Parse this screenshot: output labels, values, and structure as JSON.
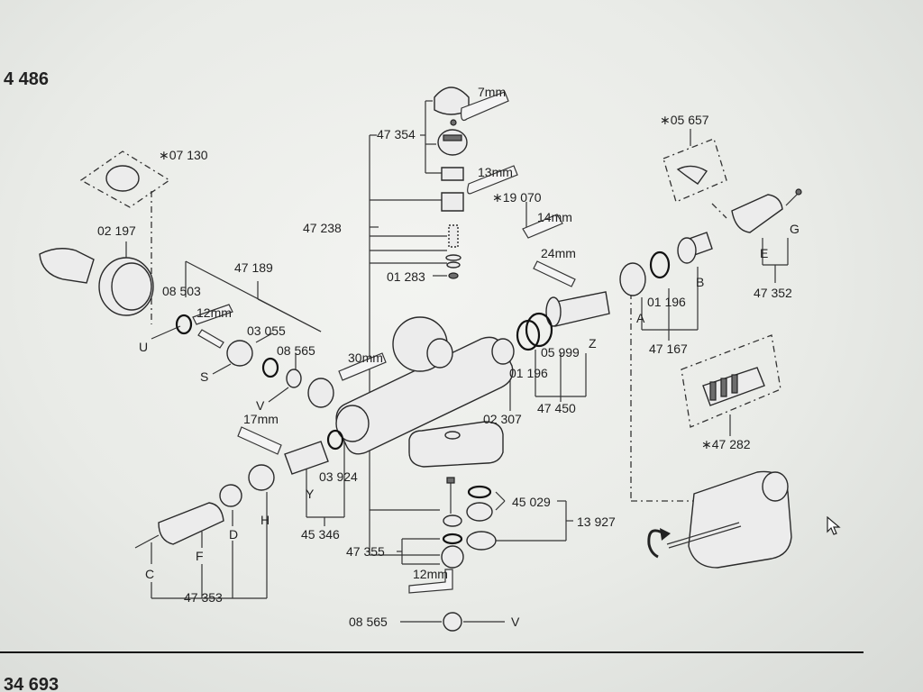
{
  "header": {
    "page_number": "4 486",
    "footer_number": "34 693"
  },
  "parts": [
    {
      "id": "p07130",
      "text": "∗07 130"
    },
    {
      "id": "p02197",
      "text": "02 197"
    },
    {
      "id": "p08503",
      "text": "08 503"
    },
    {
      "id": "pU",
      "text": "U"
    },
    {
      "id": "p47189",
      "text": "47 189"
    },
    {
      "id": "p03055",
      "text": "03 055"
    },
    {
      "id": "p08565a",
      "text": "08 565"
    },
    {
      "id": "pS",
      "text": "S"
    },
    {
      "id": "pV1",
      "text": "V"
    },
    {
      "id": "p47354",
      "text": "47 354"
    },
    {
      "id": "p47238",
      "text": "47 238"
    },
    {
      "id": "p01283",
      "text": "01 283"
    },
    {
      "id": "p19070",
      "text": "∗19 070"
    },
    {
      "id": "p05657",
      "text": "∗05 657"
    },
    {
      "id": "pG",
      "text": "G"
    },
    {
      "id": "pE",
      "text": "E"
    },
    {
      "id": "p47352",
      "text": "47 352"
    },
    {
      "id": "pB",
      "text": "B"
    },
    {
      "id": "p01196a",
      "text": "01 196"
    },
    {
      "id": "pA",
      "text": "A"
    },
    {
      "id": "p47167",
      "text": "47 167"
    },
    {
      "id": "pZ",
      "text": "Z"
    },
    {
      "id": "p05999",
      "text": "05 999"
    },
    {
      "id": "p01196b",
      "text": "01 196"
    },
    {
      "id": "p47450",
      "text": "47 450"
    },
    {
      "id": "p02307",
      "text": "02 307"
    },
    {
      "id": "p47282",
      "text": "∗47 282"
    },
    {
      "id": "p03924",
      "text": "03 924"
    },
    {
      "id": "pY",
      "text": "Y"
    },
    {
      "id": "p45346",
      "text": "45 346"
    },
    {
      "id": "pH",
      "text": "H"
    },
    {
      "id": "pD",
      "text": "D"
    },
    {
      "id": "pC",
      "text": "C"
    },
    {
      "id": "pF",
      "text": "F"
    },
    {
      "id": "p47353",
      "text": "47 353"
    },
    {
      "id": "p45029",
      "text": "45 029"
    },
    {
      "id": "p13927",
      "text": "13 927"
    },
    {
      "id": "p47355",
      "text": "47 355"
    },
    {
      "id": "p08565b",
      "text": "08 565"
    },
    {
      "id": "pV2",
      "text": "V"
    }
  ],
  "tools": [
    {
      "id": "t7",
      "text": "7mm"
    },
    {
      "id": "t13",
      "text": "13mm"
    },
    {
      "id": "t14",
      "text": "14mm"
    },
    {
      "id": "t24",
      "text": "24mm"
    },
    {
      "id": "t12a",
      "text": "12mm"
    },
    {
      "id": "t30",
      "text": "30mm"
    },
    {
      "id": "t17",
      "text": "17mm"
    },
    {
      "id": "t12b",
      "text": "12mm"
    }
  ],
  "icons": {
    "rotate": "rotate-arrow-icon",
    "cursor": "mouse-cursor-icon"
  }
}
